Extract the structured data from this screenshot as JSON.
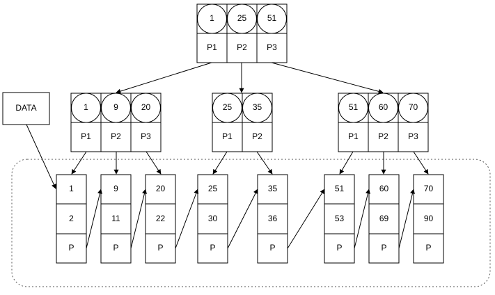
{
  "diagram": {
    "label_box": {
      "text": "DATA"
    },
    "root": {
      "keys": [
        "1",
        "25",
        "51"
      ],
      "pointers": [
        "P1",
        "P2",
        "P3"
      ]
    },
    "internal": [
      {
        "keys": [
          "1",
          "9",
          "20"
        ],
        "pointers": [
          "P1",
          "P2",
          "P3"
        ]
      },
      {
        "keys": [
          "25",
          "35"
        ],
        "pointers": [
          "P1",
          "P2"
        ]
      },
      {
        "keys": [
          "51",
          "60",
          "70"
        ],
        "pointers": [
          "P1",
          "P2",
          "P3"
        ]
      }
    ],
    "leaves": [
      {
        "values": [
          "1",
          "2"
        ],
        "pointer": "P"
      },
      {
        "values": [
          "9",
          "11"
        ],
        "pointer": "P"
      },
      {
        "values": [
          "20",
          "22"
        ],
        "pointer": "P"
      },
      {
        "values": [
          "25",
          "30"
        ],
        "pointer": "P"
      },
      {
        "values": [
          "35",
          "36"
        ],
        "pointer": "P"
      },
      {
        "values": [
          "51",
          "53"
        ],
        "pointer": "P"
      },
      {
        "values": [
          "60",
          "69"
        ],
        "pointer": "P"
      },
      {
        "values": [
          "70",
          "90"
        ],
        "pointer": "P"
      }
    ],
    "line_color": "#000000",
    "background": "#ffffff"
  }
}
